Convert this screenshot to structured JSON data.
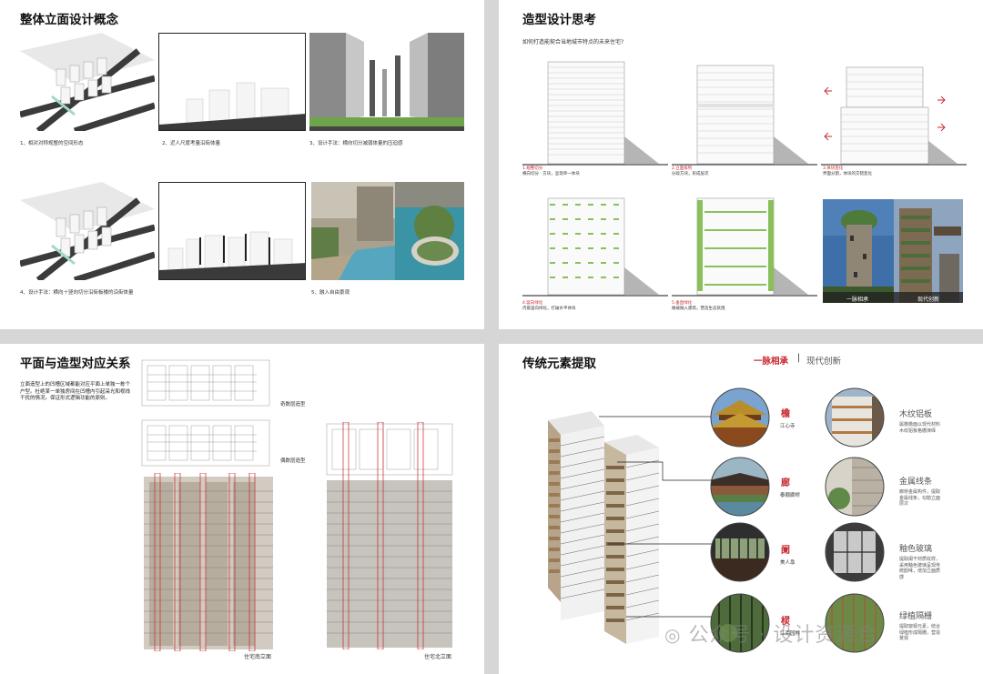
{
  "slides": {
    "s1": {
      "title": "整体立面设计概念",
      "captions": [
        "1、相对对称规整的空间形态",
        "2、近人尺度考量沿街体量",
        "3、设计手法：横向切分减弱体量的压迫感",
        "4、设计手法：横向＋竖向切分沿街板楼的沿街体量",
        "5、融入自由景观"
      ]
    },
    "s2": {
      "title": "造型设计思考",
      "question": "如何打造能契合当地城市特点的未来住宅?",
      "captions": [
        {
          "num": "1.",
          "tag": "规整切分",
          "desc": "横向切分 · 方块，呈现单一体块"
        },
        {
          "num": "2.",
          "tag": "立面排列",
          "desc": "分段方块，形成层次"
        },
        {
          "num": "3.",
          "tag": "体块变化",
          "desc": "界面分割，体块的交错变化"
        },
        {
          "num": "4.",
          "tag": "竖向绿化",
          "desc": "内嵌竖向绿化，打破水平体块"
        },
        {
          "num": "5.",
          "tag": "垂直绿化",
          "desc": "植被融入建筑，营造生态氛围"
        }
      ],
      "photo_labels": [
        "一脉相承",
        "现代创新"
      ]
    },
    "s3": {
      "title": "平面与造型对应关系",
      "paragraph": "立面造型上的凹槽区域都能对应平面上单独一栋个户型。杜绝某一单独房间在凹槽内引起采光和视线干扰的情况。保证形式逻辑功能的原则。",
      "labels": {
        "odd": "奇数层造型",
        "even": "偶数层造型",
        "south": "住宅南立面",
        "north": "住宅北立面"
      }
    },
    "s4": {
      "title": "传统元素提取",
      "tag_active": "一脉相承",
      "tag_sep": "|",
      "tag_other": "现代创新",
      "elements": [
        {
          "char": "檐",
          "place": "江心寺",
          "name": "木纹铝板",
          "desc": "属檐檐面以现代材料木纹铝板格栅演绎"
        },
        {
          "char": "廊",
          "place": "泰顺廊桥",
          "name": "金属线条",
          "desc": "廊桥金属构件，提取金属线条，勾勒立面层次"
        },
        {
          "char": "阑",
          "place": "美人靠",
          "name": "釉色玻璃",
          "desc": "提取阑干材质纹样，采用釉色玻璃呈现传统韵味，增加立面质感"
        },
        {
          "char": "棂",
          "place": "江南园林",
          "name": "绿植隔栅",
          "desc": "提取窗棂元素，结合绿植形成隔栅，营造景观"
        }
      ]
    }
  },
  "watermark": "公众号 · 设计资源合",
  "colors": {
    "accent_red": "#c8252c",
    "green": "#6ea44a",
    "dark_road": "#3b3b3b"
  }
}
